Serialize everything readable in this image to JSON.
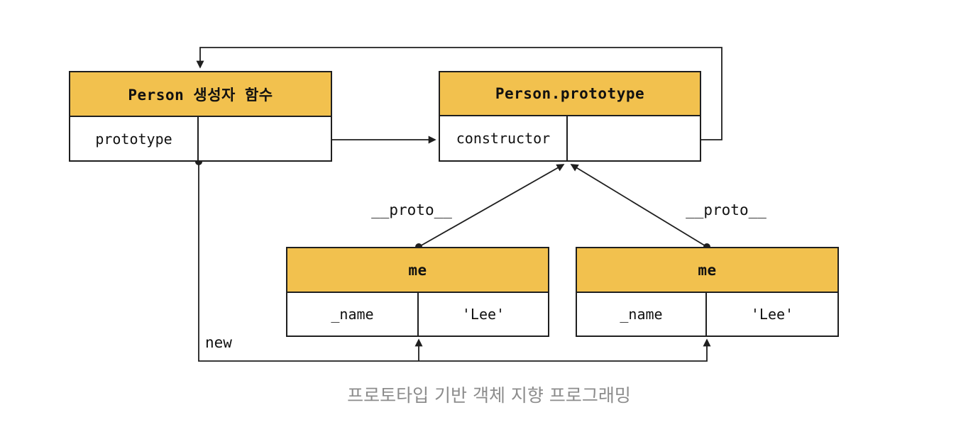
{
  "diagram": {
    "caption": "프로토타입 기반 객체 지향 프로그래밍",
    "labels": {
      "proto_left": "__proto__",
      "proto_right": "__proto__",
      "new_keyword": "new"
    },
    "boxes": {
      "person_constructor": {
        "title": "Person 생성자 함수",
        "rows": [
          {
            "key": "prototype",
            "value": ""
          }
        ]
      },
      "person_prototype": {
        "title": "Person.prototype",
        "rows": [
          {
            "key": "constructor",
            "value": ""
          }
        ]
      },
      "me_left": {
        "title": "me",
        "rows": [
          {
            "key": "_name",
            "value": "'Lee'"
          }
        ]
      },
      "me_right": {
        "title": "me",
        "rows": [
          {
            "key": "_name",
            "value": "'Lee'"
          }
        ]
      }
    },
    "colors": {
      "header_fill": "#F2C14E",
      "border": "#1f1f1f",
      "line": "#1f1f1f",
      "text": "#111111",
      "caption": "#8c8c8c",
      "background": "#ffffff"
    }
  }
}
